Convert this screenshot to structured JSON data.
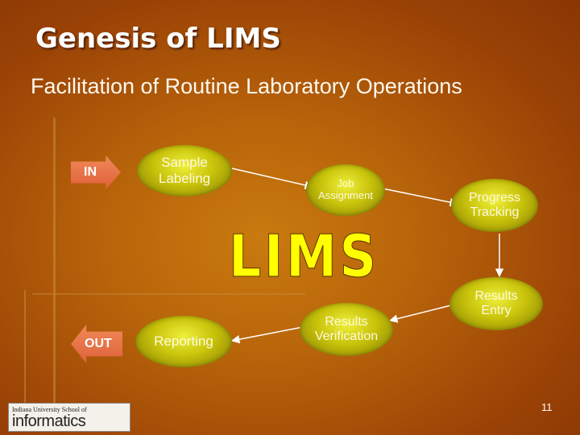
{
  "slide": {
    "title": "Genesis of LIMS",
    "subtitle": "Facilitation of Routine Laboratory Operations",
    "center_label": "LIMS",
    "page_number": "11"
  },
  "flow": {
    "in_label": "IN",
    "out_label": "OUT",
    "nodes": {
      "sample_labeling": "Sample\nLabeling",
      "job_assignment": "Job\nAssignment",
      "progress_tracking": "Progress\nTracking",
      "results_entry": "Results\nEntry",
      "results_verification": "Results\nVerification",
      "reporting": "Reporting"
    }
  },
  "logo": {
    "line1": "Indiana University School of",
    "line2": "informatics"
  },
  "colors": {
    "node_fill": "#c8c20a",
    "accent_text": "#ffff00",
    "arrow_fill": "#e0603a"
  }
}
